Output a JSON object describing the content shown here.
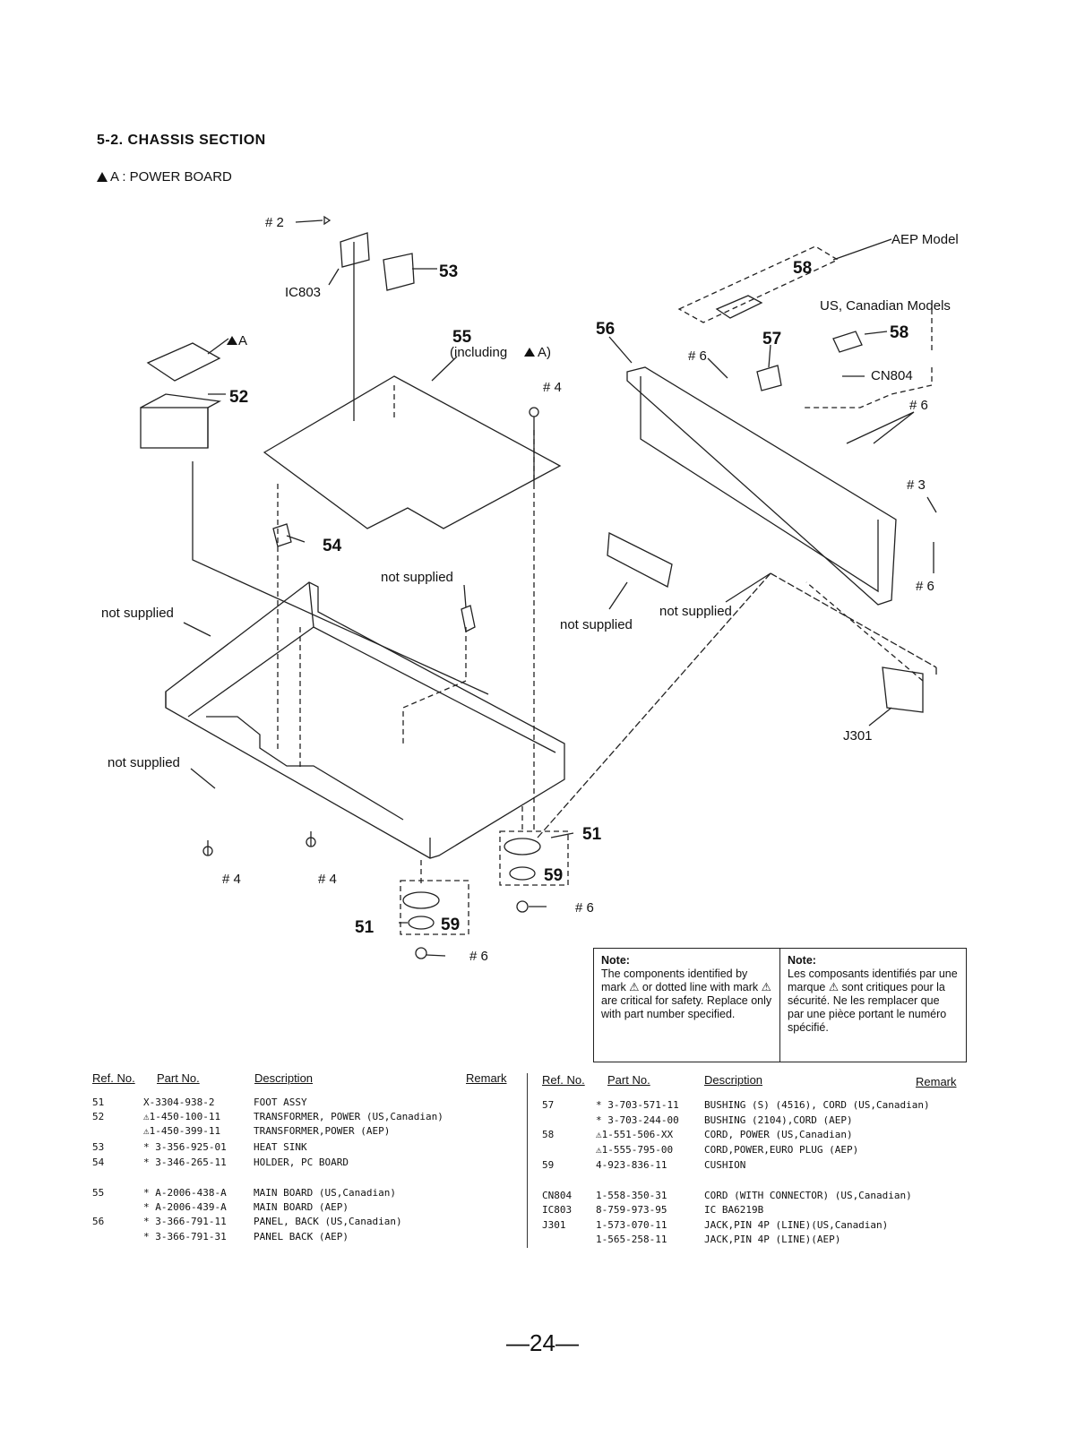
{
  "title": "5-2. CHASSIS SECTION",
  "subtitle": "A : POWER BOARD",
  "diagram": {
    "labels": {
      "screw2": "# 2",
      "ic803": "IC803",
      "aep_model": "AEP Model",
      "us_canadian_models": "US, Canadian  Models",
      "cn804": "CN804",
      "screw6_a": "# 6",
      "screw6_b": "# 6",
      "screw6_c": "# 6",
      "screw6_d": "# 6",
      "screw6_e": "# 6",
      "screw3": "# 3",
      "screw4_a": "# 4",
      "screw4_b": "# 4",
      "screw4_c": "# 4",
      "tri_a": "A",
      "including": "(including",
      "including_a": "A)",
      "not_supplied_1": "not  supplied",
      "not_supplied_2": "not  supplied",
      "not_supplied_3": "not  supplied",
      "not_supplied_4": "not  supplied",
      "not_supplied_5": "not  supplied",
      "j301": "J301"
    },
    "numbers": {
      "n53": "53",
      "n52": "52",
      "n55": "55",
      "n56": "56",
      "n57": "57",
      "n58a": "58",
      "n58b": "58",
      "n54": "54",
      "n51a": "51",
      "n51b": "51",
      "n59a": "59",
      "n59b": "59"
    }
  },
  "note": {
    "en_head": "Note:",
    "en_body": "The components identified by mark ⚠ or dotted line with mark ⚠ are critical for safety. Replace only with part number specified.",
    "fr_head": "Note:",
    "fr_body": "Les composants identifiés par une marque ⚠ sont critiques pour la sécurité. Ne les remplacer que par une pièce portant le numéro spécifié."
  },
  "parts_headers": {
    "ref": "Ref. No.",
    "part": "Part No.",
    "desc": "Description",
    "remark": "Remark"
  },
  "parts_left": [
    {
      "ref": "51",
      "part": "X-3304-938-2",
      "desc": "FOOT ASSY"
    },
    {
      "ref": "52",
      "part": "⚠1-450-100-11",
      "desc": "TRANSFORMER, POWER (US,Canadian)"
    },
    {
      "ref": "",
      "part": "⚠1-450-399-11",
      "desc": "TRANSFORMER,POWER (AEP)"
    },
    {
      "ref": "53",
      "part": "* 3-356-925-01",
      "desc": "HEAT SINK"
    },
    {
      "ref": "54",
      "part": "* 3-346-265-11",
      "desc": "HOLDER, PC BOARD"
    },
    {
      "ref": "55",
      "part": "* A-2006-438-A",
      "desc": "MAIN BOARD (US,Canadian)"
    },
    {
      "ref": "",
      "part": "* A-2006-439-A",
      "desc": "MAIN BOARD (AEP)"
    },
    {
      "ref": "56",
      "part": "* 3-366-791-11",
      "desc": "PANEL, BACK (US,Canadian)"
    },
    {
      "ref": "",
      "part": "* 3-366-791-31",
      "desc": "PANEL BACK (AEP)"
    }
  ],
  "parts_right": [
    {
      "ref": "57",
      "part": "* 3-703-571-11",
      "desc": "BUSHING (S) (4516), CORD (US,Canadian)"
    },
    {
      "ref": "",
      "part": "* 3-703-244-00",
      "desc": "BUSHING (2104),CORD (AEP)"
    },
    {
      "ref": "58",
      "part": "⚠1-551-506-XX",
      "desc": "CORD, POWER (US,Canadian)"
    },
    {
      "ref": "",
      "part": "⚠1-555-795-00",
      "desc": "CORD,POWER,EURO PLUG (AEP)"
    },
    {
      "ref": "59",
      "part": "4-923-836-11",
      "desc": "CUSHION"
    },
    {
      "ref": "CN804",
      "part": "1-558-350-31",
      "desc": "CORD (WITH CONNECTOR) (US,Canadian)"
    },
    {
      "ref": "IC803",
      "part": "8-759-973-95",
      "desc": "IC BA6219B"
    },
    {
      "ref": "J301",
      "part": "1-573-070-11",
      "desc": "JACK,PIN 4P (LINE)(US,Canadian)"
    },
    {
      "ref": "",
      "part": "1-565-258-11",
      "desc": "JACK,PIN 4P (LINE)(AEP)"
    }
  ],
  "page_number": "—24—"
}
